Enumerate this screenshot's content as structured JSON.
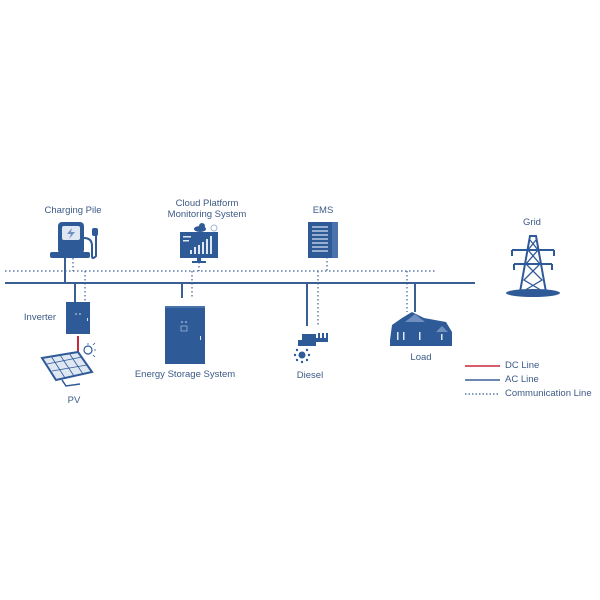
{
  "labels": {
    "charging_pile": "Charging Pile",
    "cloud_line1": "Cloud Platform",
    "cloud_line2": "Monitoring System",
    "ems": "EMS",
    "grid": "Grid",
    "inverter": "Inverter",
    "ess": "Energy Storage System",
    "diesel": "Diesel",
    "load": "Load",
    "pv": "PV"
  },
  "legend": [
    {
      "label": "DC Line",
      "color": "#c8283c",
      "style": "solid"
    },
    {
      "label": "AC Line",
      "color": "#3a5f95",
      "style": "solid"
    },
    {
      "label": "Communication Line",
      "color": "#3a5f95",
      "style": "dotted"
    }
  ],
  "colors": {
    "primary": "#2f5a98",
    "light": "#6f8fc0",
    "dc": "#c8283c"
  }
}
